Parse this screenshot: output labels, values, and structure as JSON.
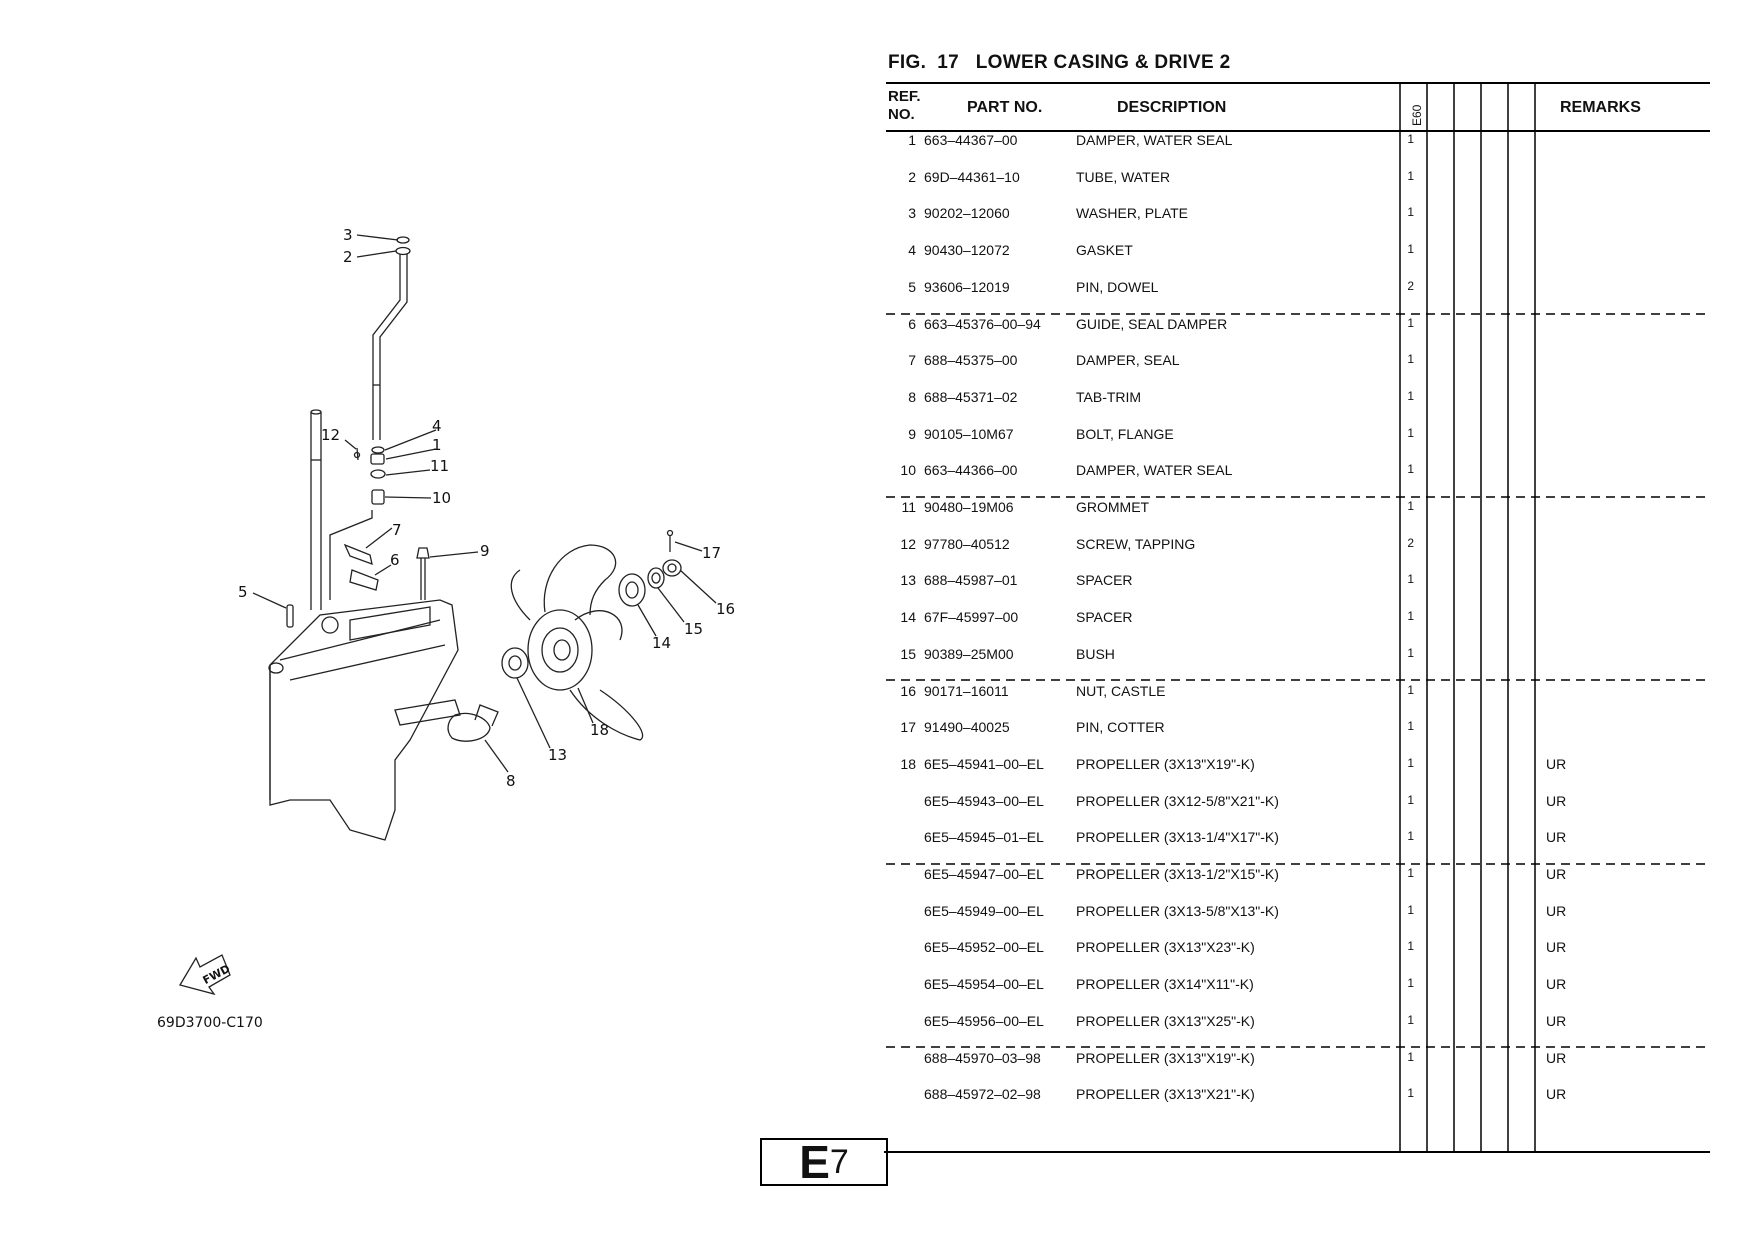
{
  "figure": {
    "title": "FIG.  17   LOWER CASING & DRIVE 2",
    "diagram_code": "69D3700-C170",
    "fwd_label": "FWD",
    "callouts": [
      "3",
      "2",
      "4",
      "12",
      "1",
      "11",
      "10",
      "7",
      "9",
      "6",
      "5",
      "17",
      "16",
      "14",
      "15",
      "18",
      "13",
      "8"
    ]
  },
  "table": {
    "headers": {
      "ref_line1": "REF.",
      "ref_line2": "NO.",
      "part_no": "PART NO.",
      "description": "DESCRIPTION",
      "model": "E60",
      "remarks": "REMARKS"
    },
    "rows": [
      {
        "ref": "1",
        "part": "663–44367–00",
        "desc": "DAMPER, WATER SEAL",
        "qty": "1",
        "rem": ""
      },
      {
        "ref": "2",
        "part": "69D–44361–10",
        "desc": "TUBE, WATER",
        "qty": "1",
        "rem": ""
      },
      {
        "ref": "3",
        "part": "90202–12060",
        "desc": "WASHER, PLATE",
        "qty": "1",
        "rem": ""
      },
      {
        "ref": "4",
        "part": "90430–12072",
        "desc": "GASKET",
        "qty": "1",
        "rem": ""
      },
      {
        "ref": "5",
        "part": "93606–12019",
        "desc": "PIN, DOWEL",
        "qty": "2",
        "rem": ""
      },
      {
        "ref": "6",
        "part": "663–45376–00–94",
        "desc": "GUIDE, SEAL DAMPER",
        "qty": "1",
        "rem": ""
      },
      {
        "ref": "7",
        "part": "688–45375–00",
        "desc": "DAMPER, SEAL",
        "qty": "1",
        "rem": ""
      },
      {
        "ref": "8",
        "part": "688–45371–02",
        "desc": "TAB-TRIM",
        "qty": "1",
        "rem": ""
      },
      {
        "ref": "9",
        "part": "90105–10M67",
        "desc": "BOLT, FLANGE",
        "qty": "1",
        "rem": ""
      },
      {
        "ref": "10",
        "part": "663–44366–00",
        "desc": "DAMPER, WATER SEAL",
        "qty": "1",
        "rem": ""
      },
      {
        "ref": "11",
        "part": "90480–19M06",
        "desc": "GROMMET",
        "qty": "1",
        "rem": ""
      },
      {
        "ref": "12",
        "part": "97780–40512",
        "desc": "SCREW, TAPPING",
        "qty": "2",
        "rem": ""
      },
      {
        "ref": "13",
        "part": "688–45987–01",
        "desc": "SPACER",
        "qty": "1",
        "rem": ""
      },
      {
        "ref": "14",
        "part": "67F–45997–00",
        "desc": "SPACER",
        "qty": "1",
        "rem": ""
      },
      {
        "ref": "15",
        "part": "90389–25M00",
        "desc": "BUSH",
        "qty": "1",
        "rem": ""
      },
      {
        "ref": "16",
        "part": "90171–16011",
        "desc": "NUT, CASTLE",
        "qty": "1",
        "rem": ""
      },
      {
        "ref": "17",
        "part": "91490–40025",
        "desc": "PIN, COTTER",
        "qty": "1",
        "rem": ""
      },
      {
        "ref": "18",
        "part": "6E5–45941–00–EL",
        "desc": "PROPELLER (3X13\"X19\"-K)",
        "qty": "1",
        "rem": "UR"
      },
      {
        "ref": "",
        "part": "6E5–45943–00–EL",
        "desc": "PROPELLER (3X12-5/8\"X21\"-K)",
        "qty": "1",
        "rem": "UR"
      },
      {
        "ref": "",
        "part": "6E5–45945–01–EL",
        "desc": "PROPELLER (3X13-1/4\"X17\"-K)",
        "qty": "1",
        "rem": "UR"
      },
      {
        "ref": "",
        "part": "6E5–45947–00–EL",
        "desc": "PROPELLER (3X13-1/2\"X15\"-K)",
        "qty": "1",
        "rem": "UR"
      },
      {
        "ref": "",
        "part": "6E5–45949–00–EL",
        "desc": "PROPELLER (3X13-5/8\"X13\"-K)",
        "qty": "1",
        "rem": "UR"
      },
      {
        "ref": "",
        "part": "6E5–45952–00–EL",
        "desc": "PROPELLER (3X13\"X23\"-K)",
        "qty": "1",
        "rem": "UR"
      },
      {
        "ref": "",
        "part": "6E5–45954–00–EL",
        "desc": "PROPELLER (3X14\"X11\"-K)",
        "qty": "1",
        "rem": "UR"
      },
      {
        "ref": "",
        "part": "6E5–45956–00–EL",
        "desc": "PROPELLER (3X13\"X25\"-K)",
        "qty": "1",
        "rem": "UR"
      },
      {
        "ref": "",
        "part": "688–45970–03–98",
        "desc": "PROPELLER (3X13\"X19\"-K)",
        "qty": "1",
        "rem": "UR"
      },
      {
        "ref": "",
        "part": "688–45972–02–98",
        "desc": "PROPELLER (3X13\"X21\"-K)",
        "qty": "1",
        "rem": "UR"
      }
    ]
  },
  "page": {
    "code_letter": "E",
    "code_number": "7"
  }
}
